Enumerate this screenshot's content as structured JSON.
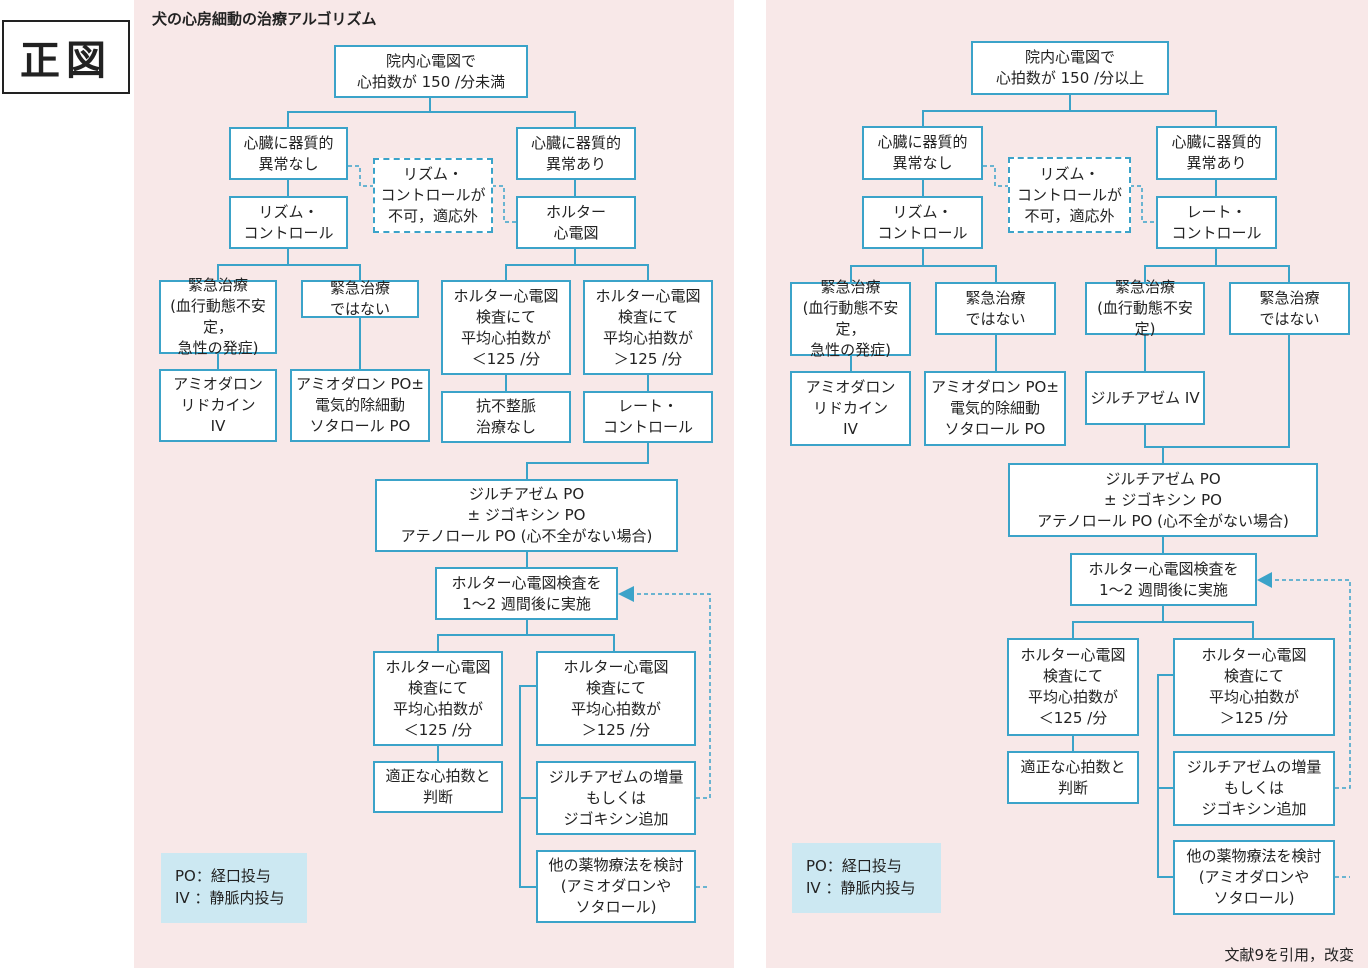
{
  "label_stamp": "正図",
  "title": "犬の心房細動の治療アルゴリズム",
  "citation": "文献9を引用，改変",
  "colors": {
    "panel_bg": "#f8e8e8",
    "border": "#3ba3c9",
    "legend_bg": "#cce8f2"
  },
  "left": {
    "n1": "院内心電図で\n心拍数が 150 /分未満",
    "n2": "心臓に器質的\n異常なし",
    "n3": "心臓に器質的\n異常あり",
    "dashed": "リズム・\nコントロールが\n不可，適応外",
    "n4": "リズム・\nコントロール",
    "n5": "ホルター\n心電図",
    "n6": "緊急治療\n(血行動態不安定，\n急性の発症)",
    "n7": "緊急治療\nではない",
    "n8": "ホルター心電図\n検査にて\n平均心拍数が\n＜125 /分",
    "n9": "ホルター心電図\n検査にて\n平均心拍数が\n＞125 /分",
    "n10": "アミオダロン\nリドカイン\nIV",
    "n11": "アミオダロン PO±\n電気的除細動\nソタロール PO",
    "n12": "抗不整脈\n治療なし",
    "n13": "レート・\nコントロール",
    "n14": "ジルチアゼム PO\n± ジゴキシン PO\nアテノロール PO (心不全がない場合)",
    "n15": "ホルター心電図検査を\n1〜2 週間後に実施",
    "n16": "ホルター心電図\n検査にて\n平均心拍数が\n＜125 /分",
    "n17": "ホルター心電図\n検査にて\n平均心拍数が\n＞125 /分",
    "n18": "適正な心拍数と\n判断",
    "n19": "ジルチアゼムの増量\nもしくは\nジゴキシン追加",
    "n20": "他の薬物療法を検討\n(アミオダロンや\nソタロール)",
    "legend": "PO：経口投与\nIV ：静脈内投与"
  },
  "right": {
    "n1": "院内心電図で\n心拍数が 150 /分以上",
    "n2": "心臓に器質的\n異常なし",
    "n3": "心臓に器質的\n異常あり",
    "dashed": "リズム・\nコントロールが\n不可，適応外",
    "n4": "リズム・\nコントロール",
    "n5": "レート・\nコントロール",
    "n6": "緊急治療\n(血行動態不安定，\n急性の発症)",
    "n7": "緊急治療\nではない",
    "n8": "緊急治療\n(血行動態不安定)",
    "n9": "緊急治療\nではない",
    "n10": "アミオダロン\nリドカイン\nIV",
    "n11": "アミオダロン PO±\n電気的除細動\nソタロール PO",
    "n12": "ジルチアゼム IV",
    "n13": "ジルチアゼム PO\n± ジゴキシン PO\nアテノロール PO (心不全がない場合)",
    "n14": "ホルター心電図検査を\n1〜2 週間後に実施",
    "n15": "ホルター心電図\n検査にて\n平均心拍数が\n＜125 /分",
    "n16": "ホルター心電図\n検査にて\n平均心拍数が\n＞125 /分",
    "n17": "適正な心拍数と\n判断",
    "n18": "ジルチアゼムの増量\nもしくは\nジゴキシン追加",
    "n19": "他の薬物療法を検討\n(アミオダロンや\nソタロール)",
    "legend": "PO：経口投与\nIV ：静脈内投与"
  }
}
